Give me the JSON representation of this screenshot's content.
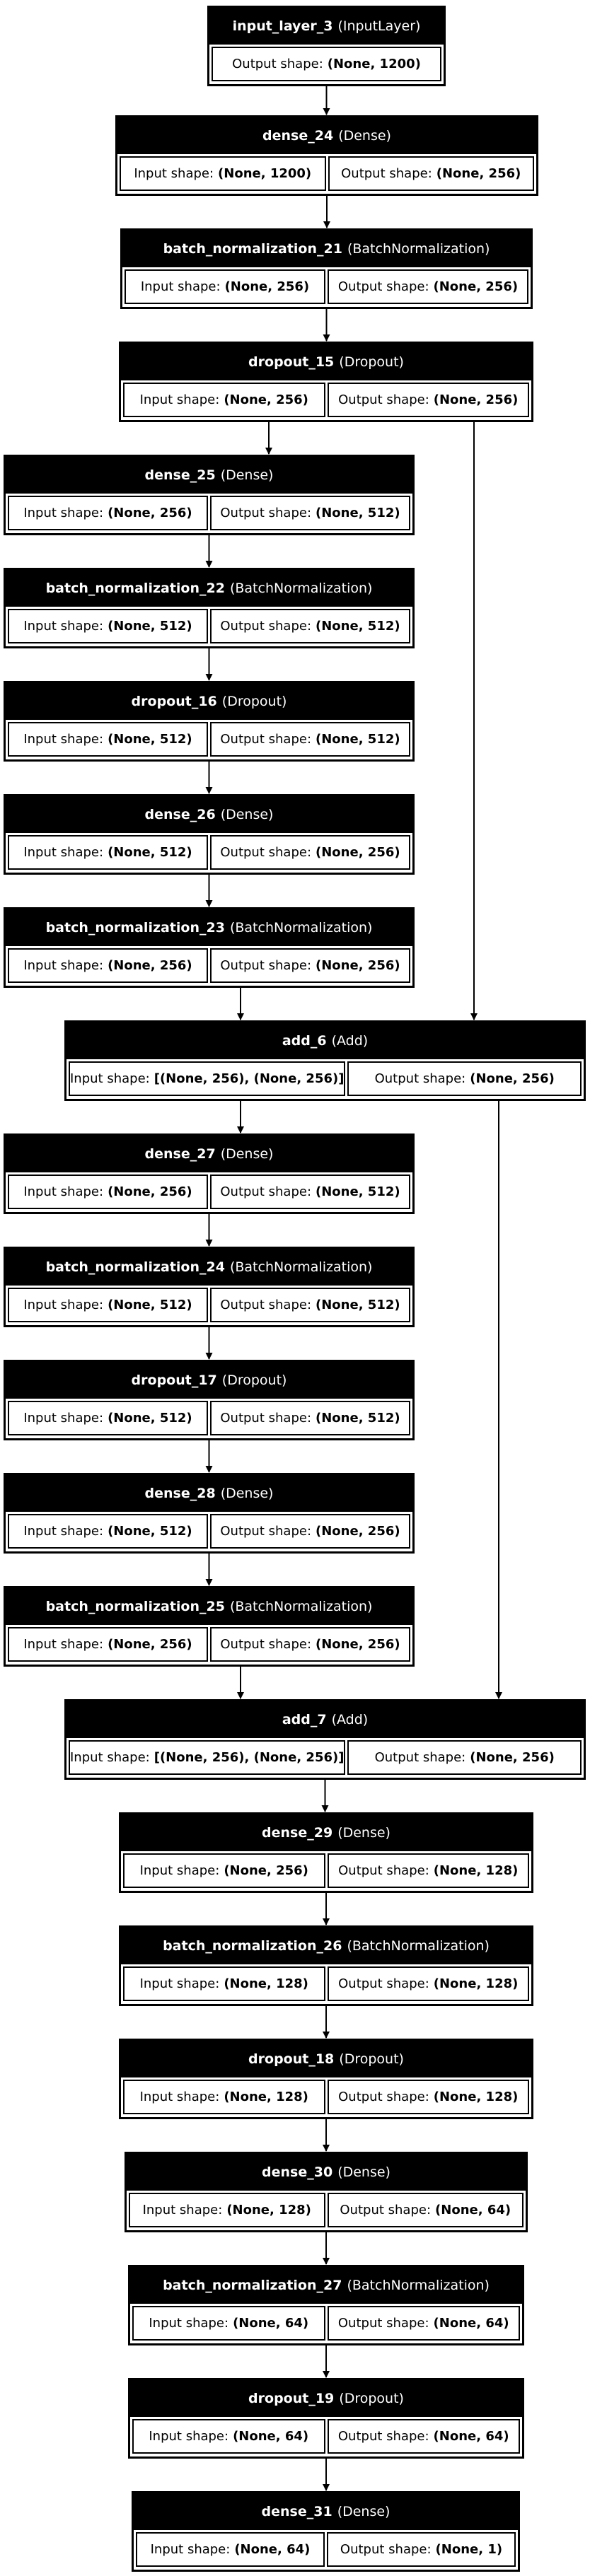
{
  "input_label": "Input shape:",
  "output_label": "Output shape:",
  "layers": [
    {
      "id": "input_layer_3",
      "name": "input_layer_3",
      "cls": "(InputLayer)",
      "input_shape": null,
      "output_shape": "(None, 1200)"
    },
    {
      "id": "dense_24",
      "name": "dense_24",
      "cls": "(Dense)",
      "input_shape": "(None, 1200)",
      "output_shape": "(None, 256)"
    },
    {
      "id": "batch_normalization_21",
      "name": "batch_normalization_21",
      "cls": "(BatchNormalization)",
      "input_shape": "(None, 256)",
      "output_shape": "(None, 256)"
    },
    {
      "id": "dropout_15",
      "name": "dropout_15",
      "cls": "(Dropout)",
      "input_shape": "(None, 256)",
      "output_shape": "(None, 256)"
    },
    {
      "id": "dense_25",
      "name": "dense_25",
      "cls": "(Dense)",
      "input_shape": "(None, 256)",
      "output_shape": "(None, 512)"
    },
    {
      "id": "batch_normalization_22",
      "name": "batch_normalization_22",
      "cls": "(BatchNormalization)",
      "input_shape": "(None, 512)",
      "output_shape": "(None, 512)"
    },
    {
      "id": "dropout_16",
      "name": "dropout_16",
      "cls": "(Dropout)",
      "input_shape": "(None, 512)",
      "output_shape": "(None, 512)"
    },
    {
      "id": "dense_26",
      "name": "dense_26",
      "cls": "(Dense)",
      "input_shape": "(None, 512)",
      "output_shape": "(None, 256)"
    },
    {
      "id": "batch_normalization_23",
      "name": "batch_normalization_23",
      "cls": "(BatchNormalization)",
      "input_shape": "(None, 256)",
      "output_shape": "(None, 256)"
    },
    {
      "id": "add_6",
      "name": "add_6",
      "cls": "(Add)",
      "input_shape": "[(None, 256), (None, 256)]",
      "output_shape": "(None, 256)"
    },
    {
      "id": "dense_27",
      "name": "dense_27",
      "cls": "(Dense)",
      "input_shape": "(None, 256)",
      "output_shape": "(None, 512)"
    },
    {
      "id": "batch_normalization_24",
      "name": "batch_normalization_24",
      "cls": "(BatchNormalization)",
      "input_shape": "(None, 512)",
      "output_shape": "(None, 512)"
    },
    {
      "id": "dropout_17",
      "name": "dropout_17",
      "cls": "(Dropout)",
      "input_shape": "(None, 512)",
      "output_shape": "(None, 512)"
    },
    {
      "id": "dense_28",
      "name": "dense_28",
      "cls": "(Dense)",
      "input_shape": "(None, 512)",
      "output_shape": "(None, 256)"
    },
    {
      "id": "batch_normalization_25",
      "name": "batch_normalization_25",
      "cls": "(BatchNormalization)",
      "input_shape": "(None, 256)",
      "output_shape": "(None, 256)"
    },
    {
      "id": "add_7",
      "name": "add_7",
      "cls": "(Add)",
      "input_shape": "[(None, 256), (None, 256)]",
      "output_shape": "(None, 256)"
    },
    {
      "id": "dense_29",
      "name": "dense_29",
      "cls": "(Dense)",
      "input_shape": "(None, 256)",
      "output_shape": "(None, 128)"
    },
    {
      "id": "batch_normalization_26",
      "name": "batch_normalization_26",
      "cls": "(BatchNormalization)",
      "input_shape": "(None, 128)",
      "output_shape": "(None, 128)"
    },
    {
      "id": "dropout_18",
      "name": "dropout_18",
      "cls": "(Dropout)",
      "input_shape": "(None, 128)",
      "output_shape": "(None, 128)"
    },
    {
      "id": "dense_30",
      "name": "dense_30",
      "cls": "(Dense)",
      "input_shape": "(None, 128)",
      "output_shape": "(None, 64)"
    },
    {
      "id": "batch_normalization_27",
      "name": "batch_normalization_27",
      "cls": "(BatchNormalization)",
      "input_shape": "(None, 64)",
      "output_shape": "(None, 64)"
    },
    {
      "id": "dropout_19",
      "name": "dropout_19",
      "cls": "(Dropout)",
      "input_shape": "(None, 64)",
      "output_shape": "(None, 64)"
    },
    {
      "id": "dense_31",
      "name": "dense_31",
      "cls": "(Dense)",
      "input_shape": "(None, 64)",
      "output_shape": "(None, 1)"
    }
  ],
  "edges": [
    [
      "input_layer_3",
      "dense_24"
    ],
    [
      "dense_24",
      "batch_normalization_21"
    ],
    [
      "batch_normalization_21",
      "dropout_15"
    ],
    [
      "dropout_15",
      "dense_25"
    ],
    [
      "dense_25",
      "batch_normalization_22"
    ],
    [
      "batch_normalization_22",
      "dropout_16"
    ],
    [
      "dropout_16",
      "dense_26"
    ],
    [
      "dense_26",
      "batch_normalization_23"
    ],
    [
      "batch_normalization_23",
      "add_6"
    ],
    [
      "dropout_15",
      "add_6"
    ],
    [
      "add_6",
      "dense_27"
    ],
    [
      "dense_27",
      "batch_normalization_24"
    ],
    [
      "batch_normalization_24",
      "dropout_17"
    ],
    [
      "dropout_17",
      "dense_28"
    ],
    [
      "dense_28",
      "batch_normalization_25"
    ],
    [
      "batch_normalization_25",
      "add_7"
    ],
    [
      "add_6",
      "add_7"
    ],
    [
      "add_7",
      "dense_29"
    ],
    [
      "dense_29",
      "batch_normalization_26"
    ],
    [
      "batch_normalization_26",
      "dropout_18"
    ],
    [
      "dropout_18",
      "dense_30"
    ],
    [
      "dense_30",
      "batch_normalization_27"
    ],
    [
      "batch_normalization_27",
      "dropout_19"
    ],
    [
      "dropout_19",
      "dense_31"
    ]
  ]
}
